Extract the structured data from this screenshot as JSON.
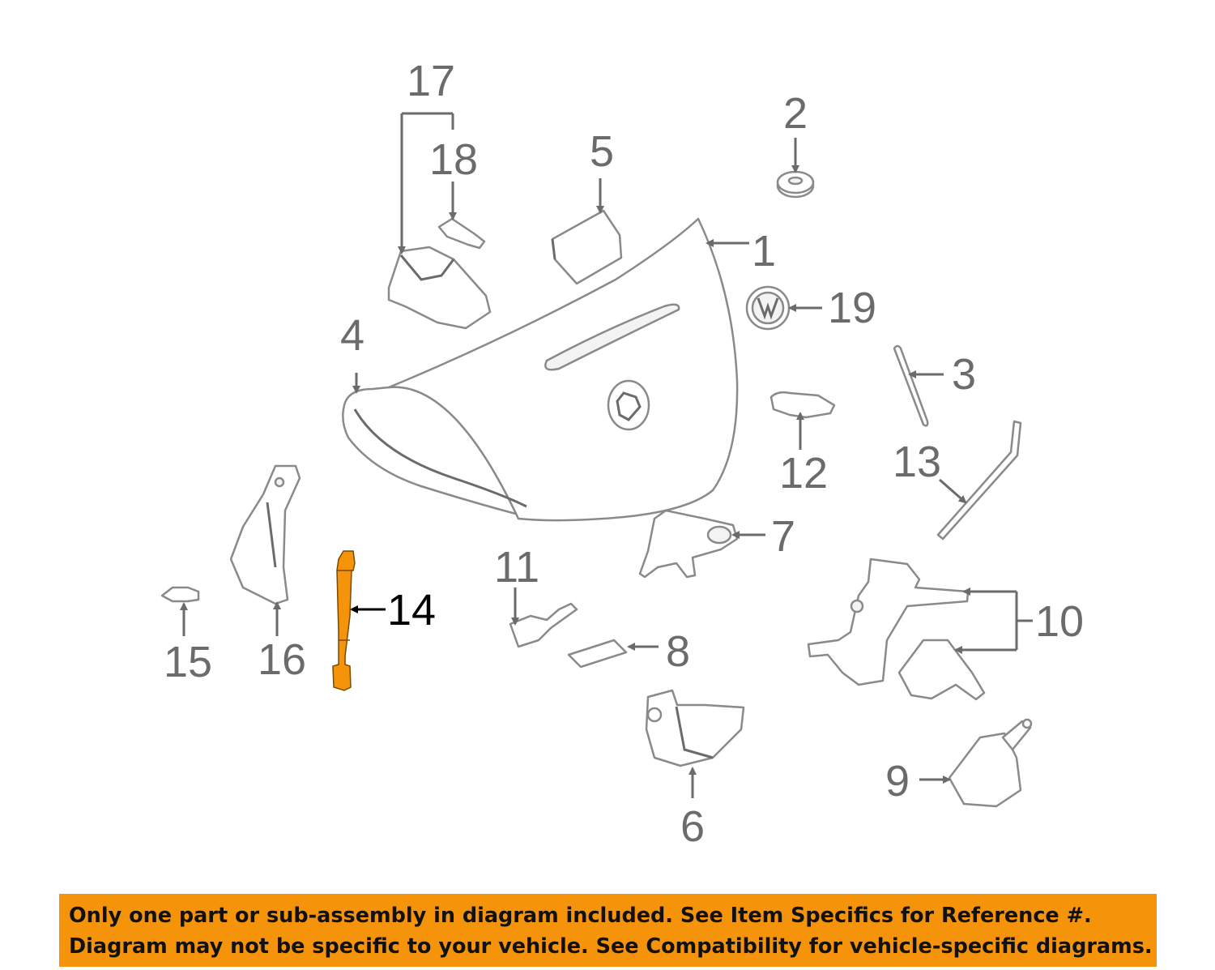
{
  "callouts": {
    "c1": "1",
    "c2": "2",
    "c3": "3",
    "c4": "4",
    "c5": "5",
    "c6": "6",
    "c7": "7",
    "c8": "8",
    "c9": "9",
    "c10": "10",
    "c11": "11",
    "c12": "12",
    "c13": "13",
    "c14": "14",
    "c15": "15",
    "c16": "16",
    "c17": "17",
    "c18": "18",
    "c19": "19"
  },
  "highlight": {
    "callout": "14",
    "color": "#f5930a"
  },
  "banner": {
    "line1": "Only one part or sub-assembly in diagram included. See Item Specifics for Reference #.",
    "line2": "Diagram may not be specific to your vehicle. See Compatibility for vehicle-specific diagrams.",
    "color": "#f5930a"
  }
}
